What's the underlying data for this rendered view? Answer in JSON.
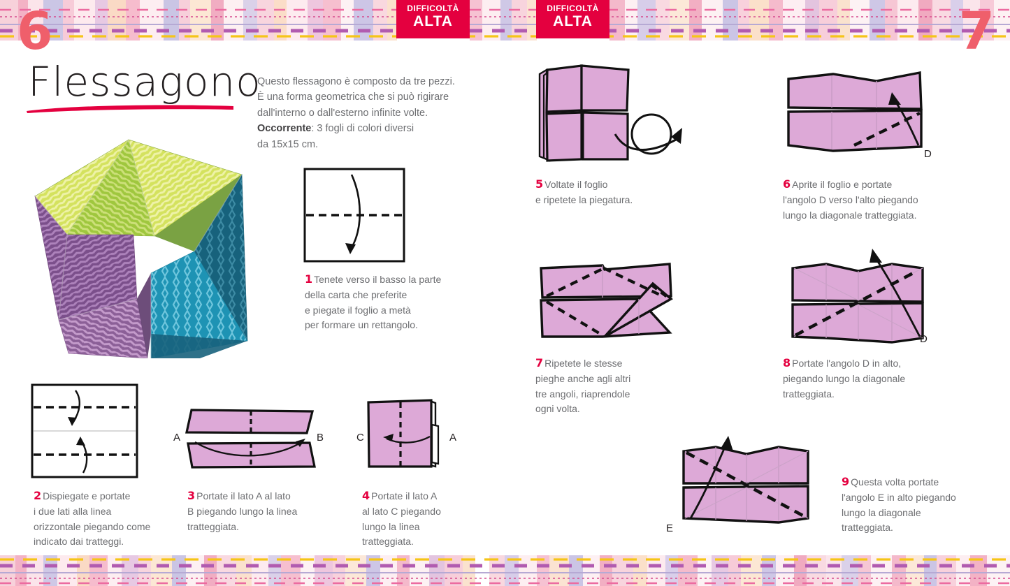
{
  "page": {
    "folio_left": "6",
    "folio_right": "7",
    "title": "Flessagono",
    "difficulty_badges": [
      {
        "line1": "DIFFICOLTÀ",
        "line2": "ALTA"
      },
      {
        "line1": "DIFFICOLTÀ",
        "line2": "ALTA"
      }
    ],
    "accent_color": "#e4003f",
    "folio_color": "#ef5f6b",
    "paper_fill": "#dda9d7",
    "text_color": "#6d6e71"
  },
  "intro": {
    "line1": "Questo flessagono è composto da tre pezzi.",
    "line2": "È una forma geometrica che si può rigirare",
    "line3": "dall'interno o dall'esterno infinite volte.",
    "label_occorrente": "Occorrente",
    "materials1": ": 3 fogli di colori diversi",
    "materials2": "da 15x15 cm."
  },
  "photo": {
    "alt": "flessagono origami finito a tre colori",
    "colors": [
      "#b7d14a",
      "#8ec63f",
      "#9b6fa8",
      "#7d4f8c",
      "#1e97b8",
      "#16627d"
    ]
  },
  "steps": [
    {
      "num": "1",
      "text": "Tenete verso il basso la parte della carta che preferite e piegate il foglio a metà per formare un rettangolo.",
      "lines": [
        "Tenete verso il basso la parte",
        "della carta che preferite",
        "e piegate il foglio a metà",
        "per formare un rettangolo."
      ],
      "labels": []
    },
    {
      "num": "2",
      "text": "Dispiegate e portate i due lati alla linea orizzontale piegando come indicato dai tratteggi.",
      "lines": [
        "Dispiegate e portate",
        "i due lati alla linea",
        "orizzontale piegando come",
        "indicato dai tratteggi."
      ],
      "labels": []
    },
    {
      "num": "3",
      "text": "Portate il lato A al lato B piegando lungo la linea tratteggiata.",
      "lines": [
        "Portate il lato A al lato",
        "B piegando lungo la linea",
        "tratteggiata."
      ],
      "labels": [
        "A",
        "B"
      ]
    },
    {
      "num": "4",
      "text": "Portate il lato A al lato C piegando lungo la linea tratteggiata.",
      "lines": [
        "Portate il lato A",
        "al lato C piegando",
        "lungo la linea",
        "tratteggiata."
      ],
      "labels": [
        "C",
        "A"
      ]
    },
    {
      "num": "5",
      "text": "Voltate il foglio e ripetete la piegatura.",
      "lines": [
        "Voltate il foglio",
        "e ripetete la piegatura."
      ],
      "labels": []
    },
    {
      "num": "6",
      "text": "Aprite il foglio e portate l'angolo D verso l'alto piegando lungo la diagonale tratteggiata.",
      "lines": [
        "Aprite il foglio e portate",
        "l'angolo D verso l'alto piegando",
        "lungo la diagonale tratteggiata."
      ],
      "labels": [
        "D"
      ]
    },
    {
      "num": "7",
      "text": "Ripetete le stesse pieghe anche agli altri tre angoli, riaprendole ogni volta.",
      "lines": [
        "Ripetete le stesse",
        "pieghe anche agli altri",
        "tre angoli, riaprendole",
        "ogni volta."
      ],
      "labels": []
    },
    {
      "num": "8",
      "text": "Portate l'angolo D in alto, piegando lungo la diagonale tratteggiata.",
      "lines": [
        "Portate l'angolo D in alto,",
        "piegando lungo la diagonale",
        "tratteggiata."
      ],
      "labels": [
        "D"
      ]
    },
    {
      "num": "9",
      "text": "Questa volta portate l'angolo E in alto piegando lungo la diagonale tratteggiata.",
      "lines": [
        "Questa volta portate",
        "l'angolo E in alto piegando",
        "lungo la diagonale",
        "tratteggiata."
      ],
      "labels": [
        "E"
      ]
    }
  ]
}
